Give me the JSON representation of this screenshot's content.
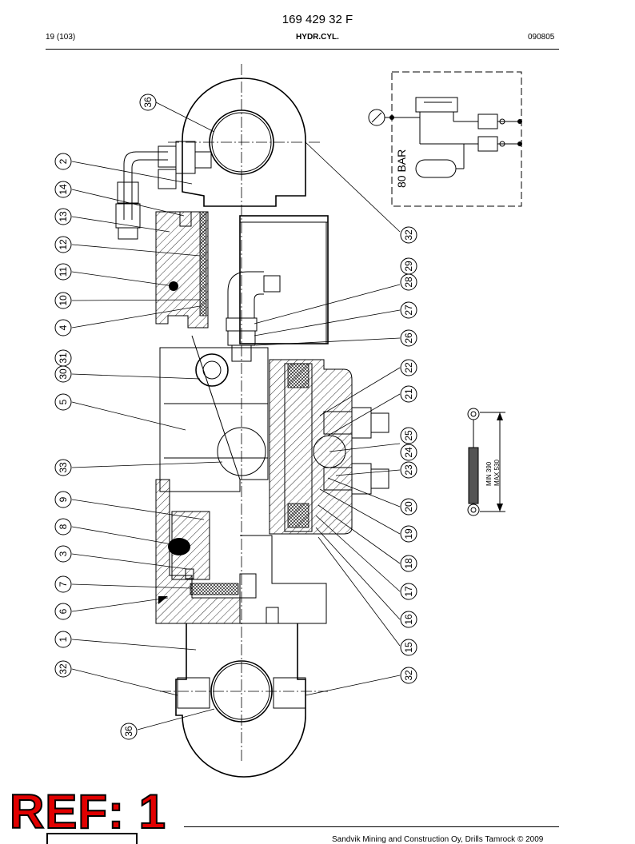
{
  "header": {
    "doc_number": "169 429 32 F",
    "page_index": "19 (103)",
    "section_title": "HYDR.CYL.",
    "doc_date": "090805"
  },
  "schematic": {
    "pressure_label": "80 BAR"
  },
  "stroke_label": {
    "min": "MIN 390",
    "max": "MAX 530"
  },
  "callouts_left": [
    "36",
    "2",
    "14",
    "13",
    "12",
    "11",
    "10",
    "4",
    "31",
    "30",
    "5",
    "33",
    "9",
    "8",
    "3",
    "7",
    "6",
    "1",
    "32",
    "36"
  ],
  "callouts_right": [
    "32",
    "29",
    "28",
    "27",
    "26",
    "22",
    "21",
    "25",
    "24",
    "23",
    "20",
    "19",
    "18",
    "17",
    "16",
    "15",
    "32"
  ],
  "footer": {
    "copyright": "Sandvik Mining and Construction Oy, Drills Tamrock © 2009",
    "ref_stamp": "REF: 1"
  }
}
